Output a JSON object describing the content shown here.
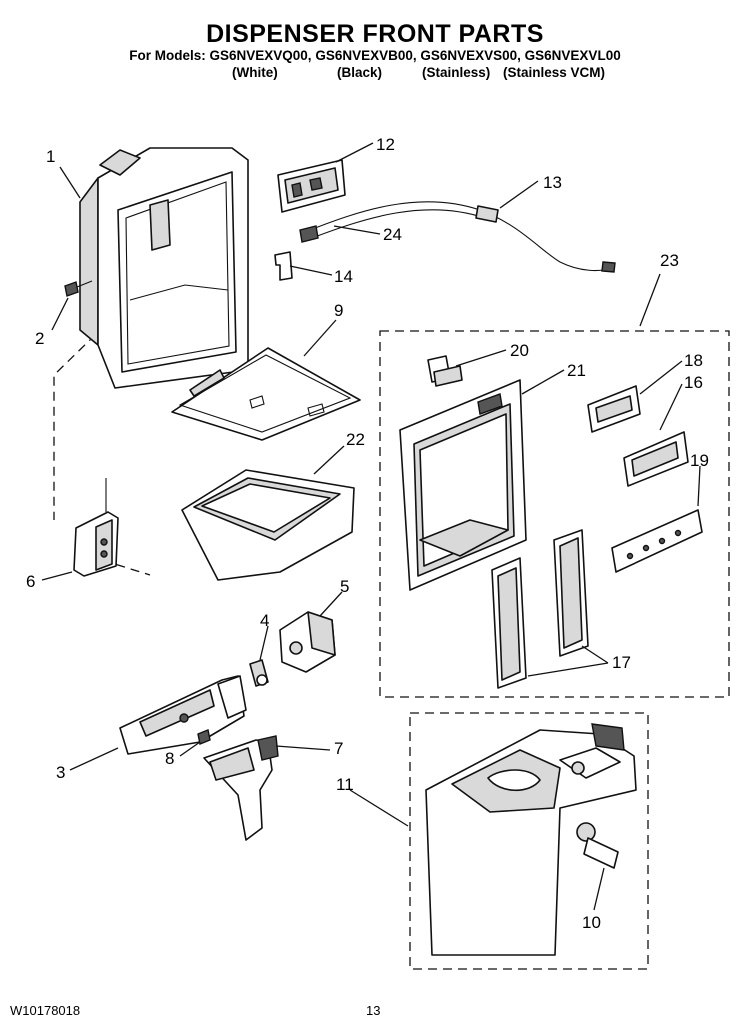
{
  "header": {
    "title": "DISPENSER FRONT PARTS",
    "models_line": "For Models: GS6NVEXVQ00, GS6NVEXVB00, GS6NVEXVS00, GS6NVEXVL00",
    "variants": [
      "(White)",
      "(Black)",
      "(Stainless)",
      "(Stainless VCM)"
    ]
  },
  "callouts": [
    "1",
    "12",
    "13",
    "24",
    "14",
    "2",
    "9",
    "23",
    "20",
    "18",
    "21",
    "16",
    "22",
    "19",
    "6",
    "5",
    "4",
    "17",
    "7",
    "8",
    "3",
    "11",
    "10"
  ],
  "footer": {
    "doc_number": "W10178018",
    "page_number": "13"
  }
}
